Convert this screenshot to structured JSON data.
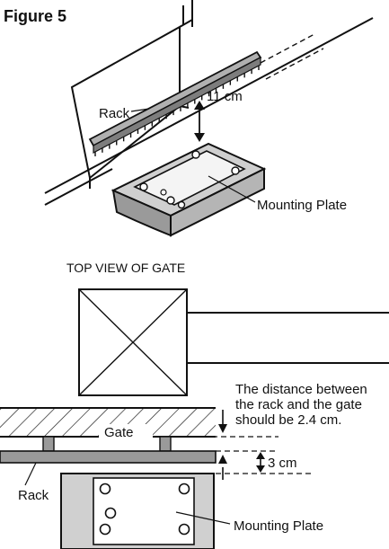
{
  "figure": {
    "title": "Figure 5",
    "top_view_title": "TOP VIEW OF GATE",
    "colors": {
      "ink": "#111111",
      "rack_fill": "#9a9a9a",
      "plate_fill": "#d4d4d4"
    }
  },
  "labels": {
    "rack_upper": "Rack",
    "rack_lower": "Rack",
    "height_upper": "11 cm",
    "gap_lower": "3 cm",
    "mounting_plate_upper": "Mounting Plate",
    "mounting_plate_lower": "Mounting Plate",
    "gate": "Gate",
    "distance_note": [
      "The distance between",
      "the rack and the gate",
      "should be 2.4 cm."
    ]
  }
}
